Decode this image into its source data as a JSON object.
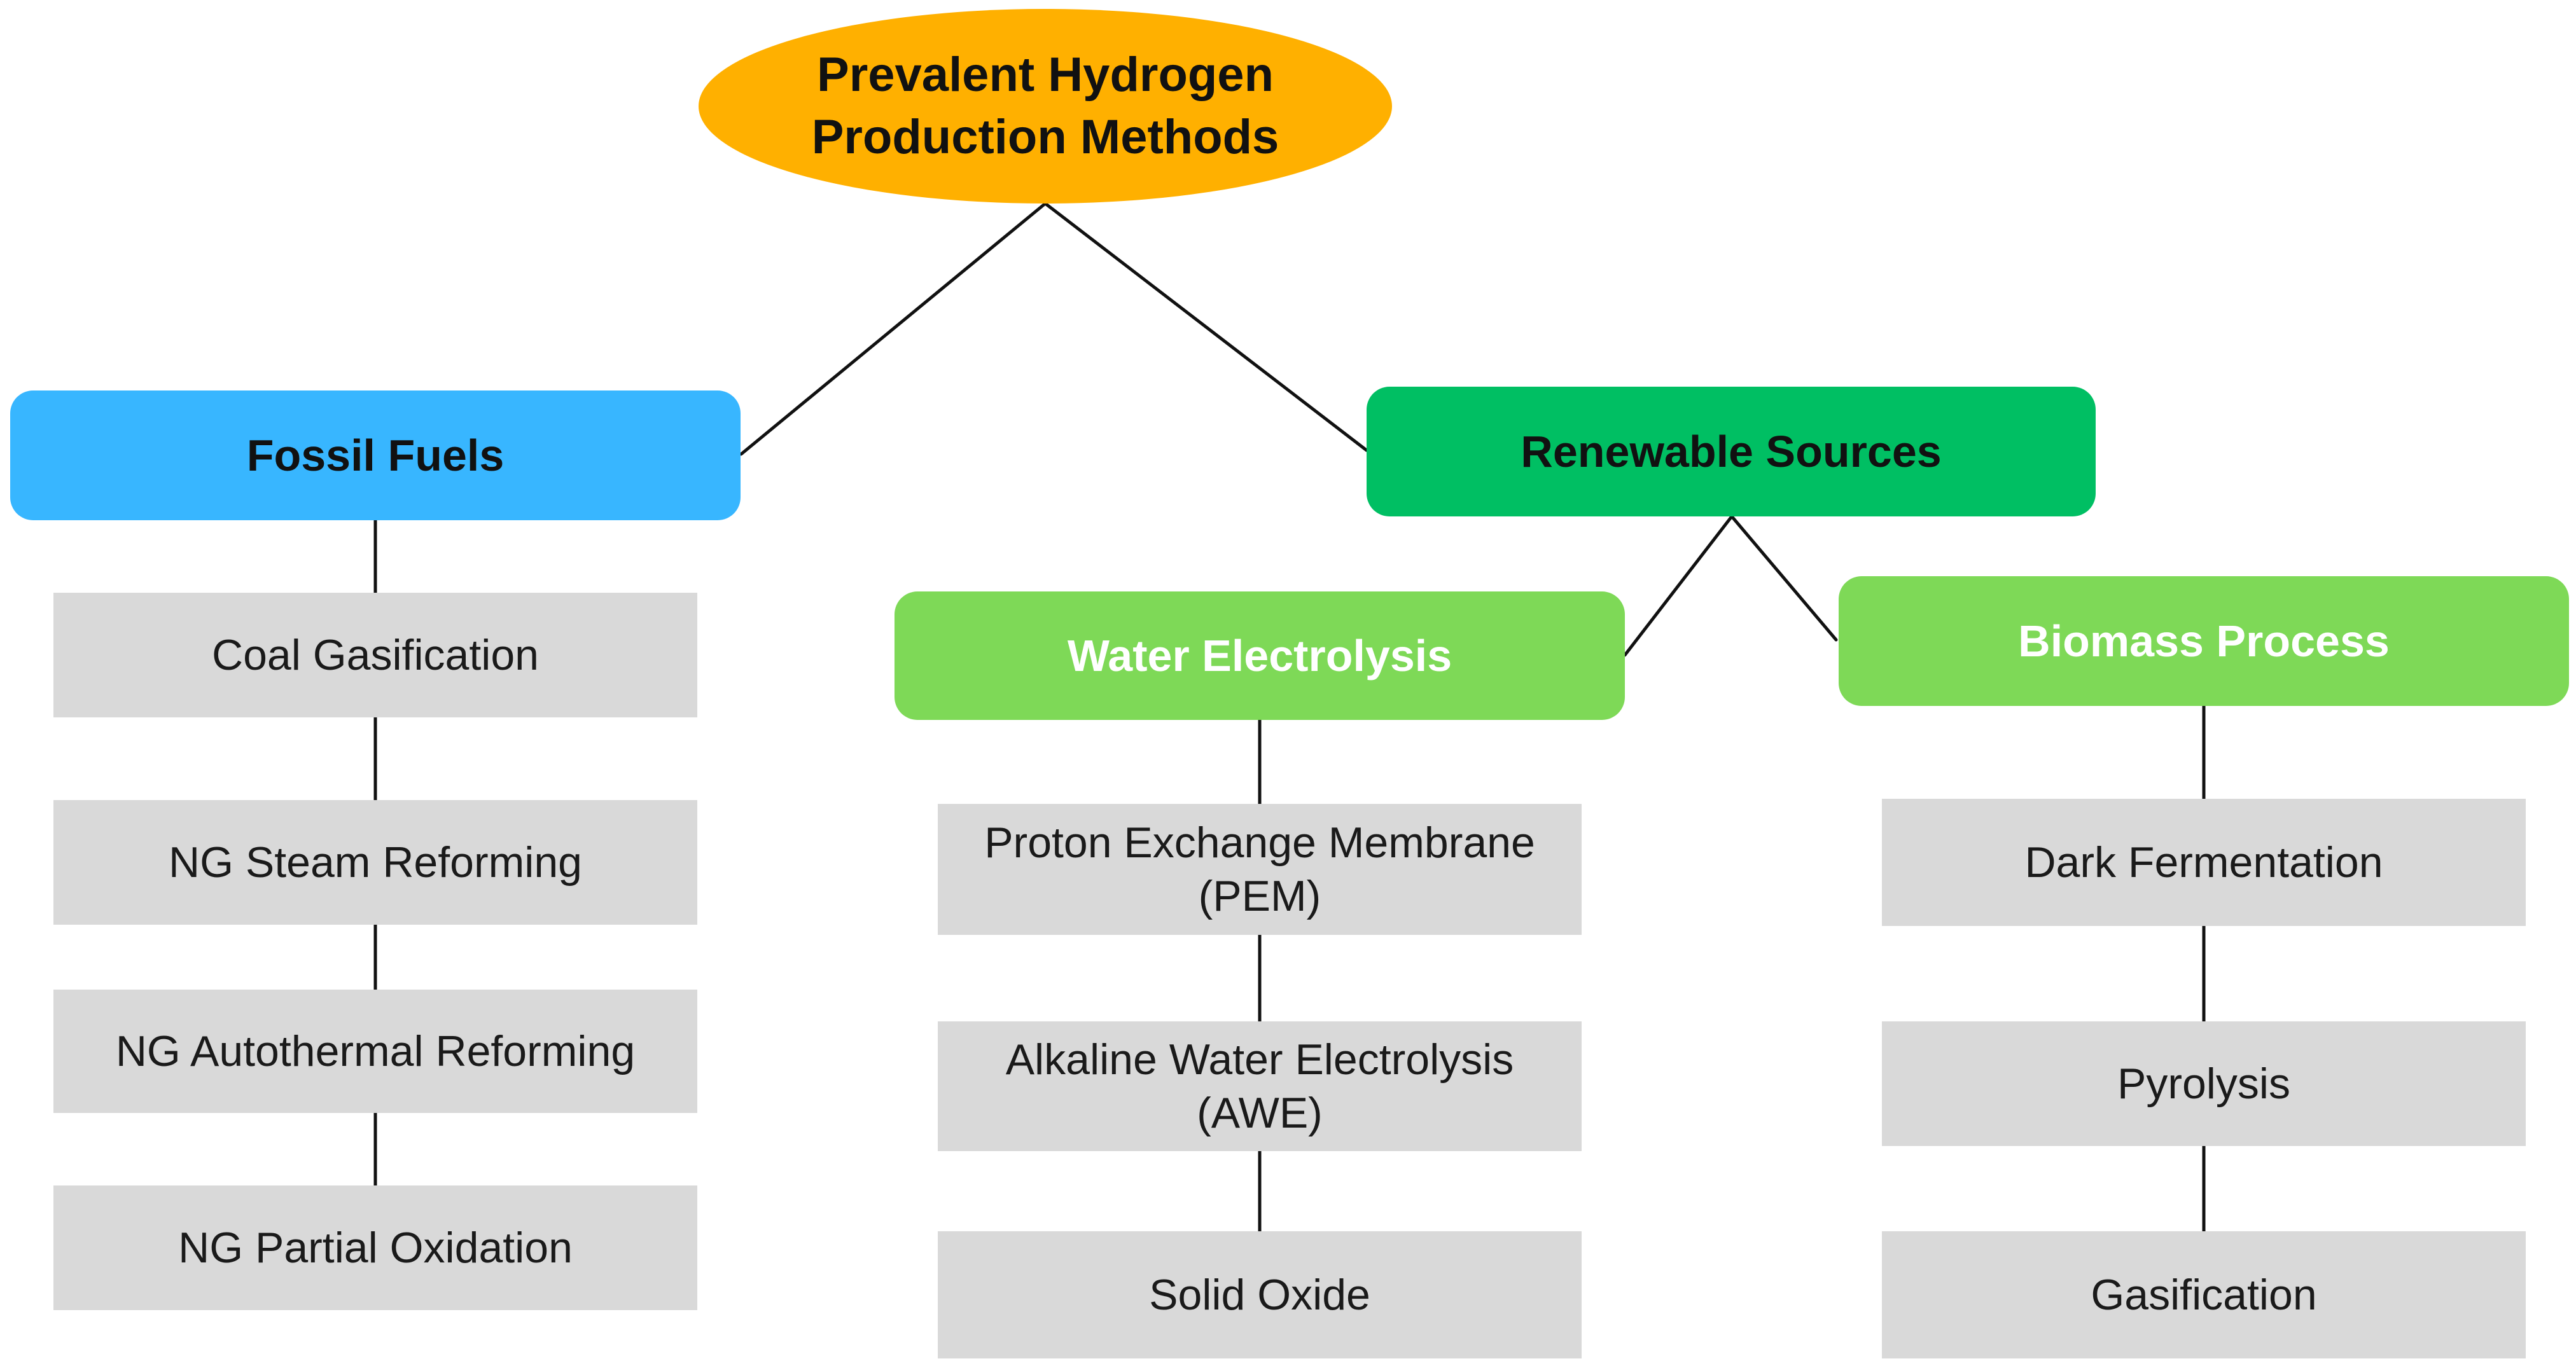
{
  "diagram": {
    "root": {
      "label": "Prevalent Hydrogen\nProduction Methods"
    },
    "fossil": {
      "label": "Fossil Fuels",
      "items": [
        "Coal Gasification",
        "NG Steam Reforming",
        "NG Autothermal Reforming",
        "NG Partial Oxidation"
      ]
    },
    "renewable": {
      "label": "Renewable Sources"
    },
    "water": {
      "label": "Water Electrolysis",
      "items": [
        "Proton Exchange Membrane\n(PEM)",
        "Alkaline Water Electrolysis\n(AWE)",
        "Solid Oxide"
      ]
    },
    "biomass": {
      "label": "Biomass Process",
      "items": [
        "Dark Fermentation",
        "Pyrolysis",
        "Gasification"
      ]
    }
  },
  "colors": {
    "root": "#FFB000",
    "fossil": "#38B6FF",
    "renewable": "#00BF63",
    "sub_category": "#7ED957",
    "item_box": "#D9D9D9",
    "dark_text": "#111111",
    "white_text": "#FFFFFF"
  }
}
